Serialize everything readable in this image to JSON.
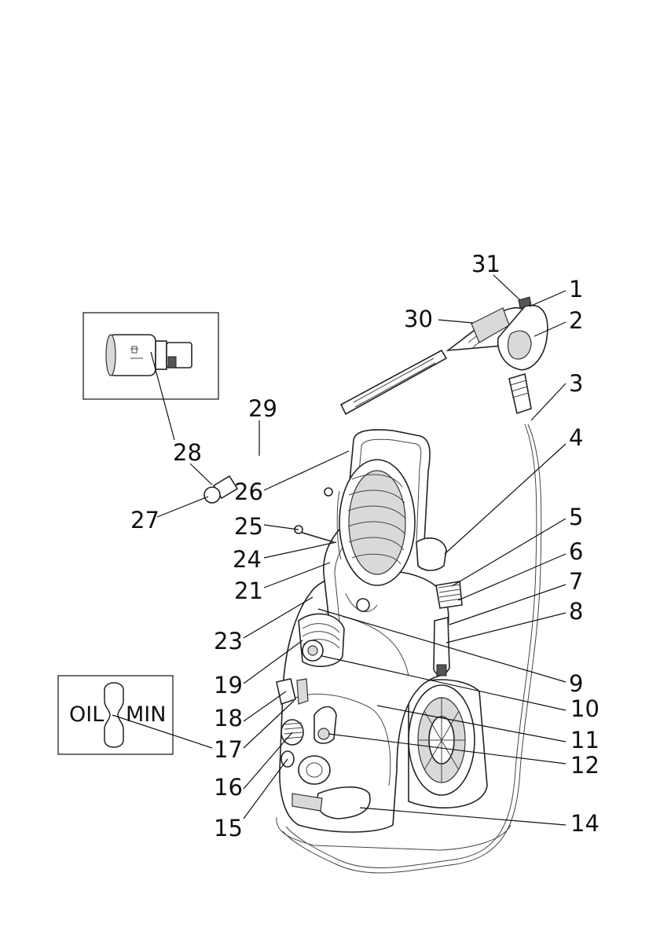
{
  "callouts": {
    "c1": "1",
    "c2": "2",
    "c3": "3",
    "c4": "4",
    "c5": "5",
    "c6": "6",
    "c7": "7",
    "c8": "8",
    "c9": "9",
    "c10": "10",
    "c11": "11",
    "c12": "12",
    "c14": "14",
    "c15": "15",
    "c16": "16",
    "c17": "17",
    "c18": "18",
    "c19": "19",
    "c21": "21",
    "c23": "23",
    "c24": "24",
    "c25": "25",
    "c26": "26",
    "c27": "27",
    "c28": "28",
    "c29": "29",
    "c30": "30",
    "c31": "31"
  },
  "oil_inset": {
    "left_text": "OIL",
    "right_text": "MIN"
  }
}
